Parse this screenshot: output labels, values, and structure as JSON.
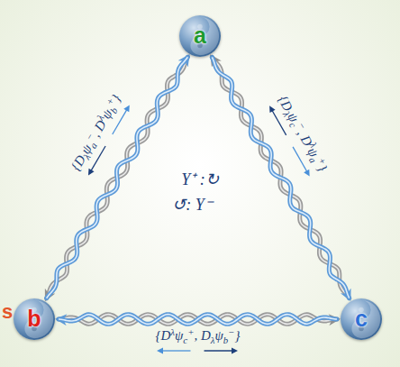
{
  "diagram": {
    "nodes": [
      {
        "text": [
          "a"
        ]
      },
      {
        "text": [
          "b"
        ]
      },
      {
        "text": [
          "c"
        ]
      }
    ],
    "edges": [
      {
        "from": 1,
        "to": 0,
        "arrow": "both",
        "label": "{Dλψa−, Dλψb+}"
      },
      {
        "from": 0,
        "to": 2,
        "arrow": "both",
        "label": "{Dλψc−, Dλψa+}"
      },
      {
        "from": 2,
        "to": 1,
        "arrow": "both",
        "label": "{Dλψc+, Dλψb−}"
      }
    ],
    "labels": [
      "Y⁺ :↻",
      "↺: Y⁻",
      "s"
    ]
  }
}
